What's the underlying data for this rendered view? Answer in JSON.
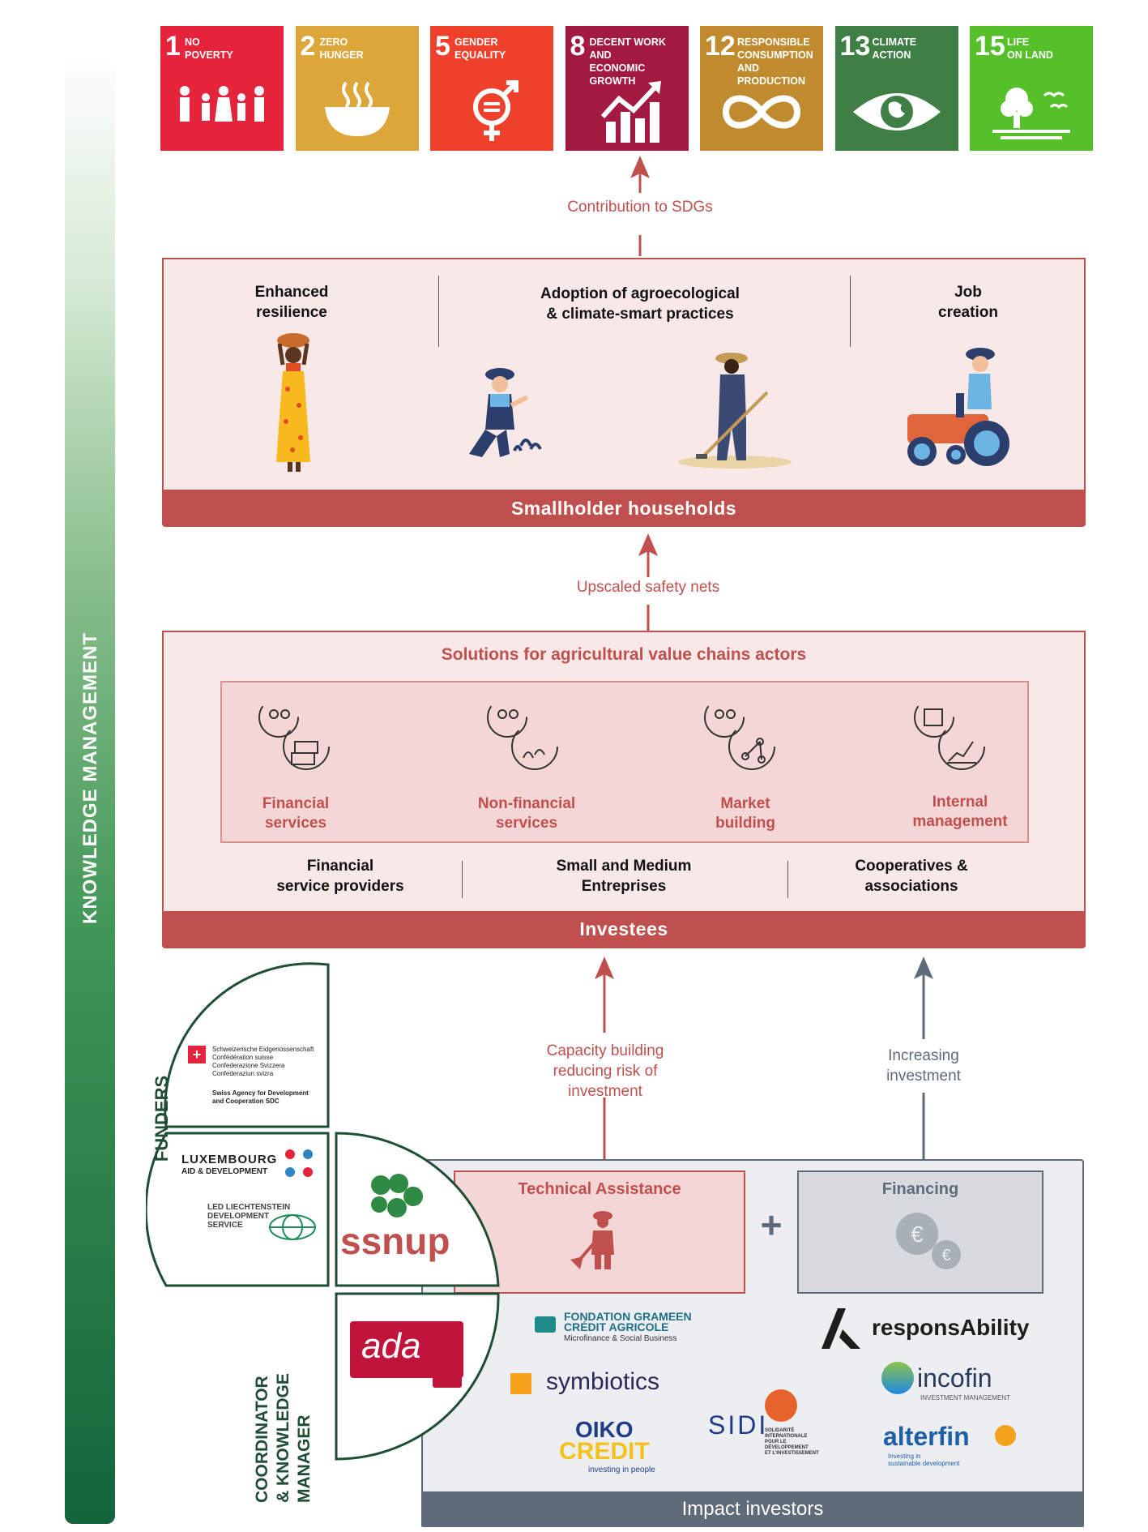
{
  "sdgs": [
    {
      "num": "1",
      "label": "NO\nPOVERTY",
      "color": "#e5243b",
      "icon": "family-icon"
    },
    {
      "num": "2",
      "label": "ZERO\nHUNGER",
      "color": "#dda63a",
      "icon": "bowl-icon"
    },
    {
      "num": "5",
      "label": "GENDER\nEQUALITY",
      "color": "#ef402b",
      "icon": "gender-icon"
    },
    {
      "num": "8",
      "label": "DECENT WORK AND\nECONOMIC GROWTH",
      "color": "#a21942",
      "icon": "growth-chart-icon"
    },
    {
      "num": "12",
      "label": "RESPONSIBLE\nCONSUMPTION\nAND PRODUCTION",
      "color": "#bf8b2e",
      "icon": "infinity-icon"
    },
    {
      "num": "13",
      "label": "CLIMATE\nACTION",
      "color": "#3f7e44",
      "icon": "eye-globe-icon"
    },
    {
      "num": "15",
      "label": "LIFE\nON LAND",
      "color": "#56c02b",
      "icon": "tree-birds-icon"
    }
  ],
  "arrows": {
    "sdg_contribution": "Contribution to SDGs",
    "safety_nets": "Upscaled safety nets",
    "capacity": "Capacity building\nreducing risk of\ninvestment",
    "investment": "Increasing\ninvestment"
  },
  "households": {
    "col1": "Enhanced\nresilience",
    "col2": "Adoption of agroecological\n& climate-smart practices",
    "col3": "Job\ncreation",
    "band": "Smallholder households"
  },
  "investees": {
    "title": "Solutions for agricultural value chains actors",
    "solutions": [
      "Financial\nservices",
      "Non-financial\nservices",
      "Market\nbuilding",
      "Internal\nmanagement"
    ],
    "actors": [
      "Financial\nservice providers",
      "Small and Medium\nEntreprises",
      "Cooperatives &\nassociations"
    ],
    "band": "Investees"
  },
  "ssnup": {
    "funders_label": "FUNDERS",
    "coordinator_label": "COORDINATOR\n& KNOWLEDGE\nMANAGER",
    "swiss_lines": [
      "Schweizerische Eidgenossenschaft",
      "Confédération suisse",
      "Confederazione Svizzera",
      "Confederaziun svizra"
    ],
    "swiss_agency": "Swiss Agency for Development\nand Cooperation SDC",
    "luxembourg": "LUXEMBOURG",
    "luxembourg_sub": "AID & DEVELOPMENT",
    "led": "LED LIECHTENSTEIN\nDEVELOPMENT\nSERVICE",
    "ssnup_logo": "ssnup",
    "ada_logo": "ada"
  },
  "impact": {
    "technical": "Technical Assistance",
    "plus": "+",
    "financing": "Financing",
    "band": "Impact investors",
    "grameen": "FONDATION GRAMEEN\nCRÉDIT AGRICOLE",
    "grameen_sub": "Microfinance & Social Business",
    "responsability": "responsAbility",
    "symbiotics": "symbiotics",
    "incofin": "incofin",
    "incofin_sub": "INVESTMENT MANAGEMENT",
    "oiko": "OIKO",
    "credit": "CREDIT",
    "oiko_sub": "investing in people",
    "sidi": "SIDI",
    "sidi_sub": "SOLIDARITÉ\nINTERNATIONALE\nPOUR LE DÉVELOPPEMENT\nET L'INVESTISSEMENT",
    "alterfin": "alterfin",
    "alterfin_sub": "Investing in\nsustainable development"
  }
}
